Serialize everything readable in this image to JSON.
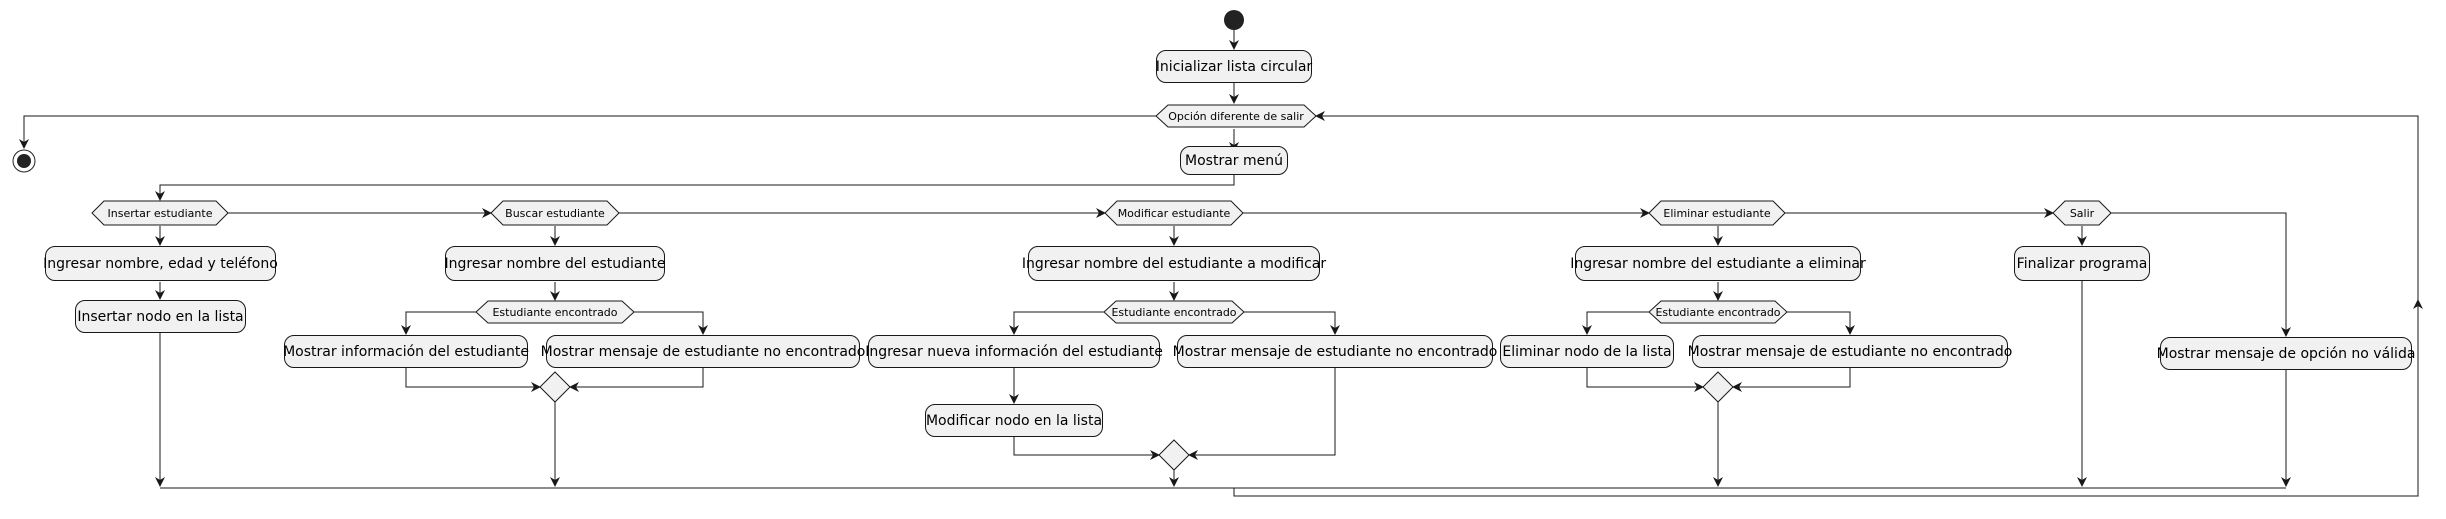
{
  "flow": {
    "init": "Inicializar lista circular",
    "loop_condition": "Opción diferente de salir",
    "show_menu": "Mostrar menú",
    "insert": {
      "condition": "Insertar estudiante",
      "step1": "Ingresar nombre, edad y teléfono",
      "step2": "Insertar nodo en la lista"
    },
    "search": {
      "condition": "Buscar estudiante",
      "step1": "Ingresar nombre del estudiante",
      "found_condition": "Estudiante encontrado",
      "found": "Mostrar información del estudiante",
      "not_found": "Mostrar mensaje de estudiante no encontrado"
    },
    "modify": {
      "condition": "Modificar estudiante",
      "step1": "Ingresar nombre del estudiante a modificar",
      "found_condition": "Estudiante encontrado",
      "found_step1": "Ingresar nueva información del estudiante",
      "found_step2": "Modificar nodo en la lista",
      "not_found": "Mostrar mensaje de estudiante no encontrado"
    },
    "delete": {
      "condition": "Eliminar estudiante",
      "step1": "Ingresar nombre del estudiante a eliminar",
      "found_condition": "Estudiante encontrado",
      "found": "Eliminar nodo de la lista",
      "not_found": "Mostrar mensaje de estudiante no encontrado"
    },
    "exit": {
      "condition": "Salir",
      "step1": "Finalizar programa"
    },
    "invalid": "Mostrar mensaje de opción no válida"
  },
  "colors": {
    "node_fill": "#f1f1f1",
    "stroke": "#181818",
    "start_end": "#222222"
  }
}
